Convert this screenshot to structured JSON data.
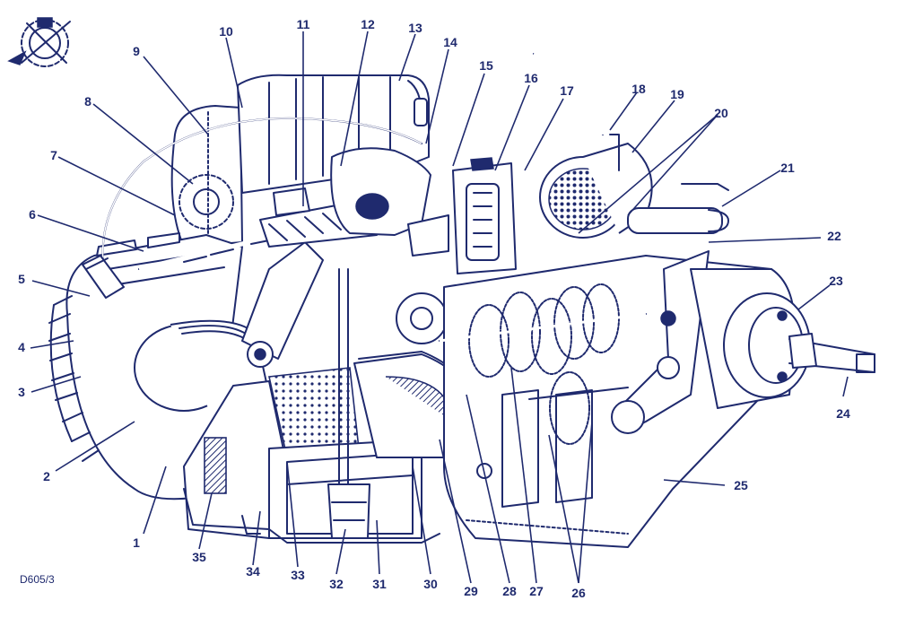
{
  "figure": {
    "reference_code": "D605/3",
    "ink_color": "#1f2a6e",
    "background_color": "#ffffff",
    "emblem": "gear-emblem-icon"
  },
  "callouts": [
    {
      "label": "1"
    },
    {
      "label": "2"
    },
    {
      "label": "3"
    },
    {
      "label": "4"
    },
    {
      "label": "5"
    },
    {
      "label": "6"
    },
    {
      "label": "7"
    },
    {
      "label": "8"
    },
    {
      "label": "9"
    },
    {
      "label": "10"
    },
    {
      "label": "11"
    },
    {
      "label": "12"
    },
    {
      "label": "13"
    },
    {
      "label": "14"
    },
    {
      "label": "15"
    },
    {
      "label": "16"
    },
    {
      "label": "17"
    },
    {
      "label": "18"
    },
    {
      "label": "19"
    },
    {
      "label": "20"
    },
    {
      "label": "21"
    },
    {
      "label": "22"
    },
    {
      "label": "23"
    },
    {
      "label": "24"
    },
    {
      "label": "25"
    },
    {
      "label": "26"
    },
    {
      "label": "27"
    },
    {
      "label": "28"
    },
    {
      "label": "29"
    },
    {
      "label": "30"
    },
    {
      "label": "31"
    },
    {
      "label": "32"
    },
    {
      "label": "33"
    },
    {
      "label": "34"
    },
    {
      "label": "35"
    }
  ]
}
